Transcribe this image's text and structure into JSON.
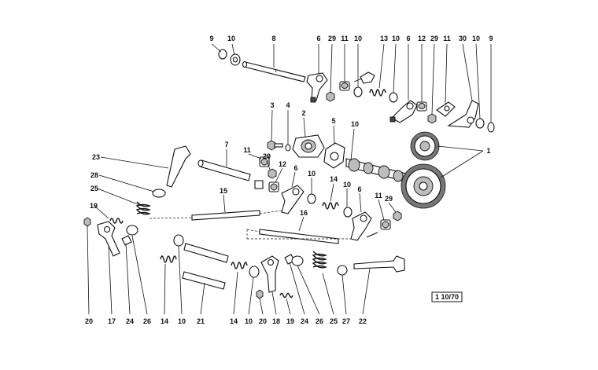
{
  "diagram": {
    "reference": "1 10/70",
    "callouts": [
      {
        "id": "c-top-9a",
        "text": "9"
      },
      {
        "id": "c-top-10a",
        "text": "10"
      },
      {
        "id": "c-top-8",
        "text": "8"
      },
      {
        "id": "c-top-6a",
        "text": "6"
      },
      {
        "id": "c-top-29a",
        "text": "29"
      },
      {
        "id": "c-top-11a",
        "text": "11"
      },
      {
        "id": "c-top-10b",
        "text": "10"
      },
      {
        "id": "c-top-13",
        "text": "13"
      },
      {
        "id": "c-top-10c",
        "text": "10"
      },
      {
        "id": "c-top-6b",
        "text": "6"
      },
      {
        "id": "c-top-12",
        "text": "12"
      },
      {
        "id": "c-top-29b",
        "text": "29"
      },
      {
        "id": "c-top-11b",
        "text": "11"
      },
      {
        "id": "c-top-30",
        "text": "30"
      },
      {
        "id": "c-top-10d",
        "text": "10"
      },
      {
        "id": "c-top-9b",
        "text": "9"
      },
      {
        "id": "c-mid-3",
        "text": "3"
      },
      {
        "id": "c-mid-4",
        "text": "4"
      },
      {
        "id": "c-mid-2",
        "text": "2"
      },
      {
        "id": "c-mid-5",
        "text": "5"
      },
      {
        "id": "c-mid-10a",
        "text": "10"
      },
      {
        "id": "c-mid-1",
        "text": "1"
      },
      {
        "id": "c-mid-7",
        "text": "7"
      },
      {
        "id": "c-mid-11a",
        "text": "11"
      },
      {
        "id": "c-mid-29a",
        "text": "29"
      },
      {
        "id": "c-mid-12",
        "text": "12"
      },
      {
        "id": "c-mid-6a",
        "text": "6"
      },
      {
        "id": "c-mid-10b",
        "text": "10"
      },
      {
        "id": "c-mid-14",
        "text": "14"
      },
      {
        "id": "c-mid-10c",
        "text": "10"
      },
      {
        "id": "c-mid-6b",
        "text": "6"
      },
      {
        "id": "c-mid-11b",
        "text": "11"
      },
      {
        "id": "c-mid-29b",
        "text": "29"
      },
      {
        "id": "c-mid-23",
        "text": "23"
      },
      {
        "id": "c-mid-28",
        "text": "28"
      },
      {
        "id": "c-mid-25",
        "text": "25"
      },
      {
        "id": "c-mid-15",
        "text": "15"
      },
      {
        "id": "c-mid-19",
        "text": "19"
      },
      {
        "id": "c-mid-16",
        "text": "16"
      },
      {
        "id": "c-bot-20a",
        "text": "20"
      },
      {
        "id": "c-bot-17",
        "text": "17"
      },
      {
        "id": "c-bot-24a",
        "text": "24"
      },
      {
        "id": "c-bot-26a",
        "text": "26"
      },
      {
        "id": "c-bot-14a",
        "text": "14"
      },
      {
        "id": "c-bot-10a",
        "text": "10"
      },
      {
        "id": "c-bot-21",
        "text": "21"
      },
      {
        "id": "c-bot-14b",
        "text": "14"
      },
      {
        "id": "c-bot-10b",
        "text": "10"
      },
      {
        "id": "c-bot-20b",
        "text": "20"
      },
      {
        "id": "c-bot-18",
        "text": "18"
      },
      {
        "id": "c-bot-19",
        "text": "19"
      },
      {
        "id": "c-bot-24b",
        "text": "24"
      },
      {
        "id": "c-bot-26b",
        "text": "26"
      },
      {
        "id": "c-bot-25",
        "text": "25"
      },
      {
        "id": "c-bot-27",
        "text": "27"
      },
      {
        "id": "c-bot-22",
        "text": "22"
      }
    ]
  }
}
